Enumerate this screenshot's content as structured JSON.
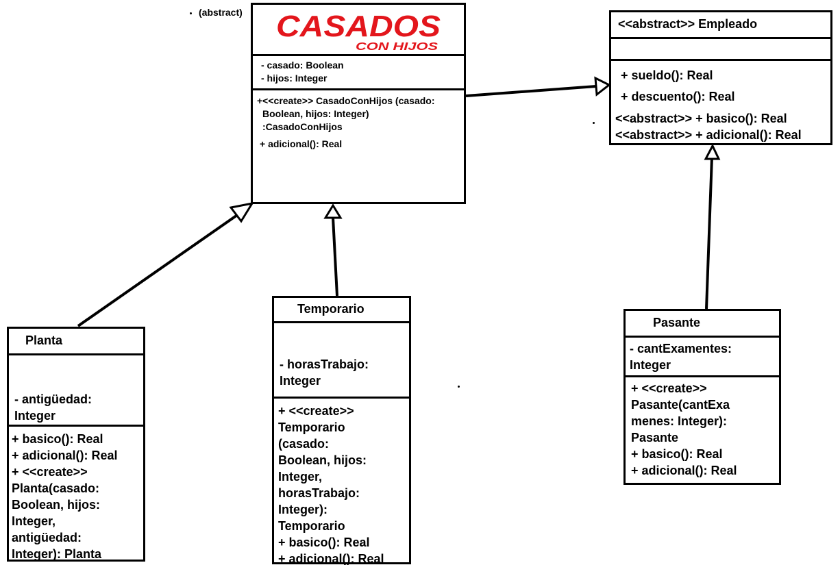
{
  "note": "(abstract)",
  "logo": {
    "main": "CASADOS",
    "sub": "CON HIJOS",
    "color": "#e3161c"
  },
  "casado_con_hijos": {
    "attributes": [
      "- casado: Boolean",
      "- hijos: Integer"
    ],
    "operations": [
      "+<<create>> CasadoConHijos (casado:",
      " Boolean, hijos: Integer)",
      " :CasadoConHijos",
      "+ adicional(): Real"
    ]
  },
  "empleado": {
    "name": "<<abstract>> Empleado",
    "operations": [
      "+ sueldo(): Real",
      "+ descuento(): Real"
    ],
    "abstract_operations": [
      "<<abstract>> + basico():  Real",
      "<<abstract>> + adicional(): Real"
    ]
  },
  "planta": {
    "name": "Planta",
    "attributes": [
      "- antigüedad:",
      "Integer"
    ],
    "operations": [
      "+ basico(): Real",
      "+ adicional(): Real",
      "+ <<create>>",
      "Planta(casado:",
      "Boolean, hijos:",
      "Integer,",
      "antigüedad:",
      "Integer): Planta"
    ]
  },
  "temporario": {
    "name": "Temporario",
    "attributes": [
      "- horasTrabajo:",
      "Integer"
    ],
    "operations": [
      "+ <<create>>",
      "Temporario",
      "(casado:",
      "Boolean, hijos:",
      "Integer,",
      "horasTrabajo:",
      "Integer):",
      "Temporario",
      "+ basico(): Real",
      "+ adicional(): Real"
    ]
  },
  "pasante": {
    "name": "Pasante",
    "attributes": [
      "- cantExamentes:",
      "Integer"
    ],
    "operations": [
      "+ <<create>>",
      "Pasante(cantExa",
      "menes: Integer):",
      "Pasante",
      "+ basico(): Real",
      "+ adicional(): Real"
    ]
  }
}
